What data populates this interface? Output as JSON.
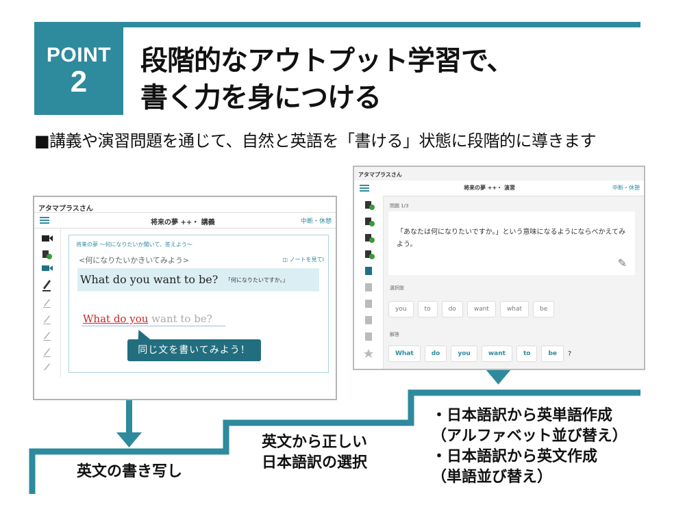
{
  "header": {
    "point_word": "POINT",
    "point_num": "2",
    "title_line1": "段階的なアウトプット学習で、",
    "title_line2": "書く力を身につける",
    "subtitle": "■講義や演習問題を通じて、自然と英語を「書ける」状態に段階的に導きます"
  },
  "screen1": {
    "user": "アタマプラスさん",
    "header_title": "将来の夢 ++・ 講義",
    "header_right": "中断・休憩",
    "lesson_title": "将来の夢 〜何になりたいか聞いて、答えよう〜",
    "prompt": "<何になりたいかきいてみよう>",
    "hint": "◫ ノートを見てI",
    "english": "What do you want to be?",
    "japanese": "「何になりたいですか。」",
    "write_done": "What do you",
    "write_rest": " want to be?",
    "callout": "同じ文を書いてみよう！"
  },
  "screen2": {
    "user": "アタマプラスさん",
    "header_title": "将来の夢 ++・ 演習",
    "header_right": "中断・休憩",
    "question_label": "問題 1/3",
    "question_text": "「あなたは何になりたいですか。」という意味になるようにならべかえてみよう。",
    "choices_label": "選択肢",
    "choices": [
      "you",
      "to",
      "do",
      "want",
      "what",
      "be"
    ],
    "answer_label": "解答",
    "answer": [
      "What",
      "do",
      "you",
      "want",
      "to",
      "be"
    ],
    "answer_end": "?"
  },
  "steps": {
    "step1": "英文の書き写し",
    "step2_line1": "英文から正しい",
    "step2_line2": "日本語訳の選択",
    "step3_a1": "・日本語訳から英単語作成",
    "step3_a2": "（アルファベット並び替え）",
    "step3_b1": "・日本語訳から英文作成",
    "step3_b2": "（単語並び替え）"
  },
  "colors": {
    "teal": "#2e8a9d",
    "red_trace": "#c8282a"
  }
}
